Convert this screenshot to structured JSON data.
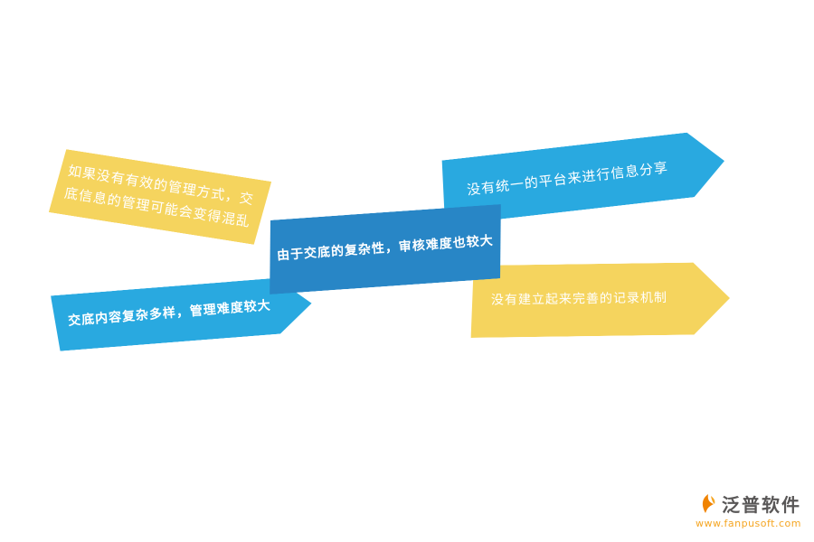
{
  "banners": {
    "top_left": {
      "label": "如果没有有效的管理方式，交底信息的管理可能会变得混乱"
    },
    "top_right": {
      "label": "没有统一的平台来进行信息分享"
    },
    "center": {
      "label": "由于交底的复杂性，审核难度也较大"
    },
    "bottom_left": {
      "label": "交底内容复杂多样，管理难度较大"
    },
    "bottom_right": {
      "label": "没有建立起来完善的记录机制"
    }
  },
  "colors": {
    "yellow": "#F5D45E",
    "light_blue": "#29A9E0",
    "dark_blue": "#2886C6",
    "text": "#FFFFFF",
    "logo_orange": "#F08300",
    "logo_text": "#595757",
    "logo_url": "#F5A623"
  },
  "logo": {
    "name": "泛普软件",
    "url": "www.fanpusoft.com"
  }
}
